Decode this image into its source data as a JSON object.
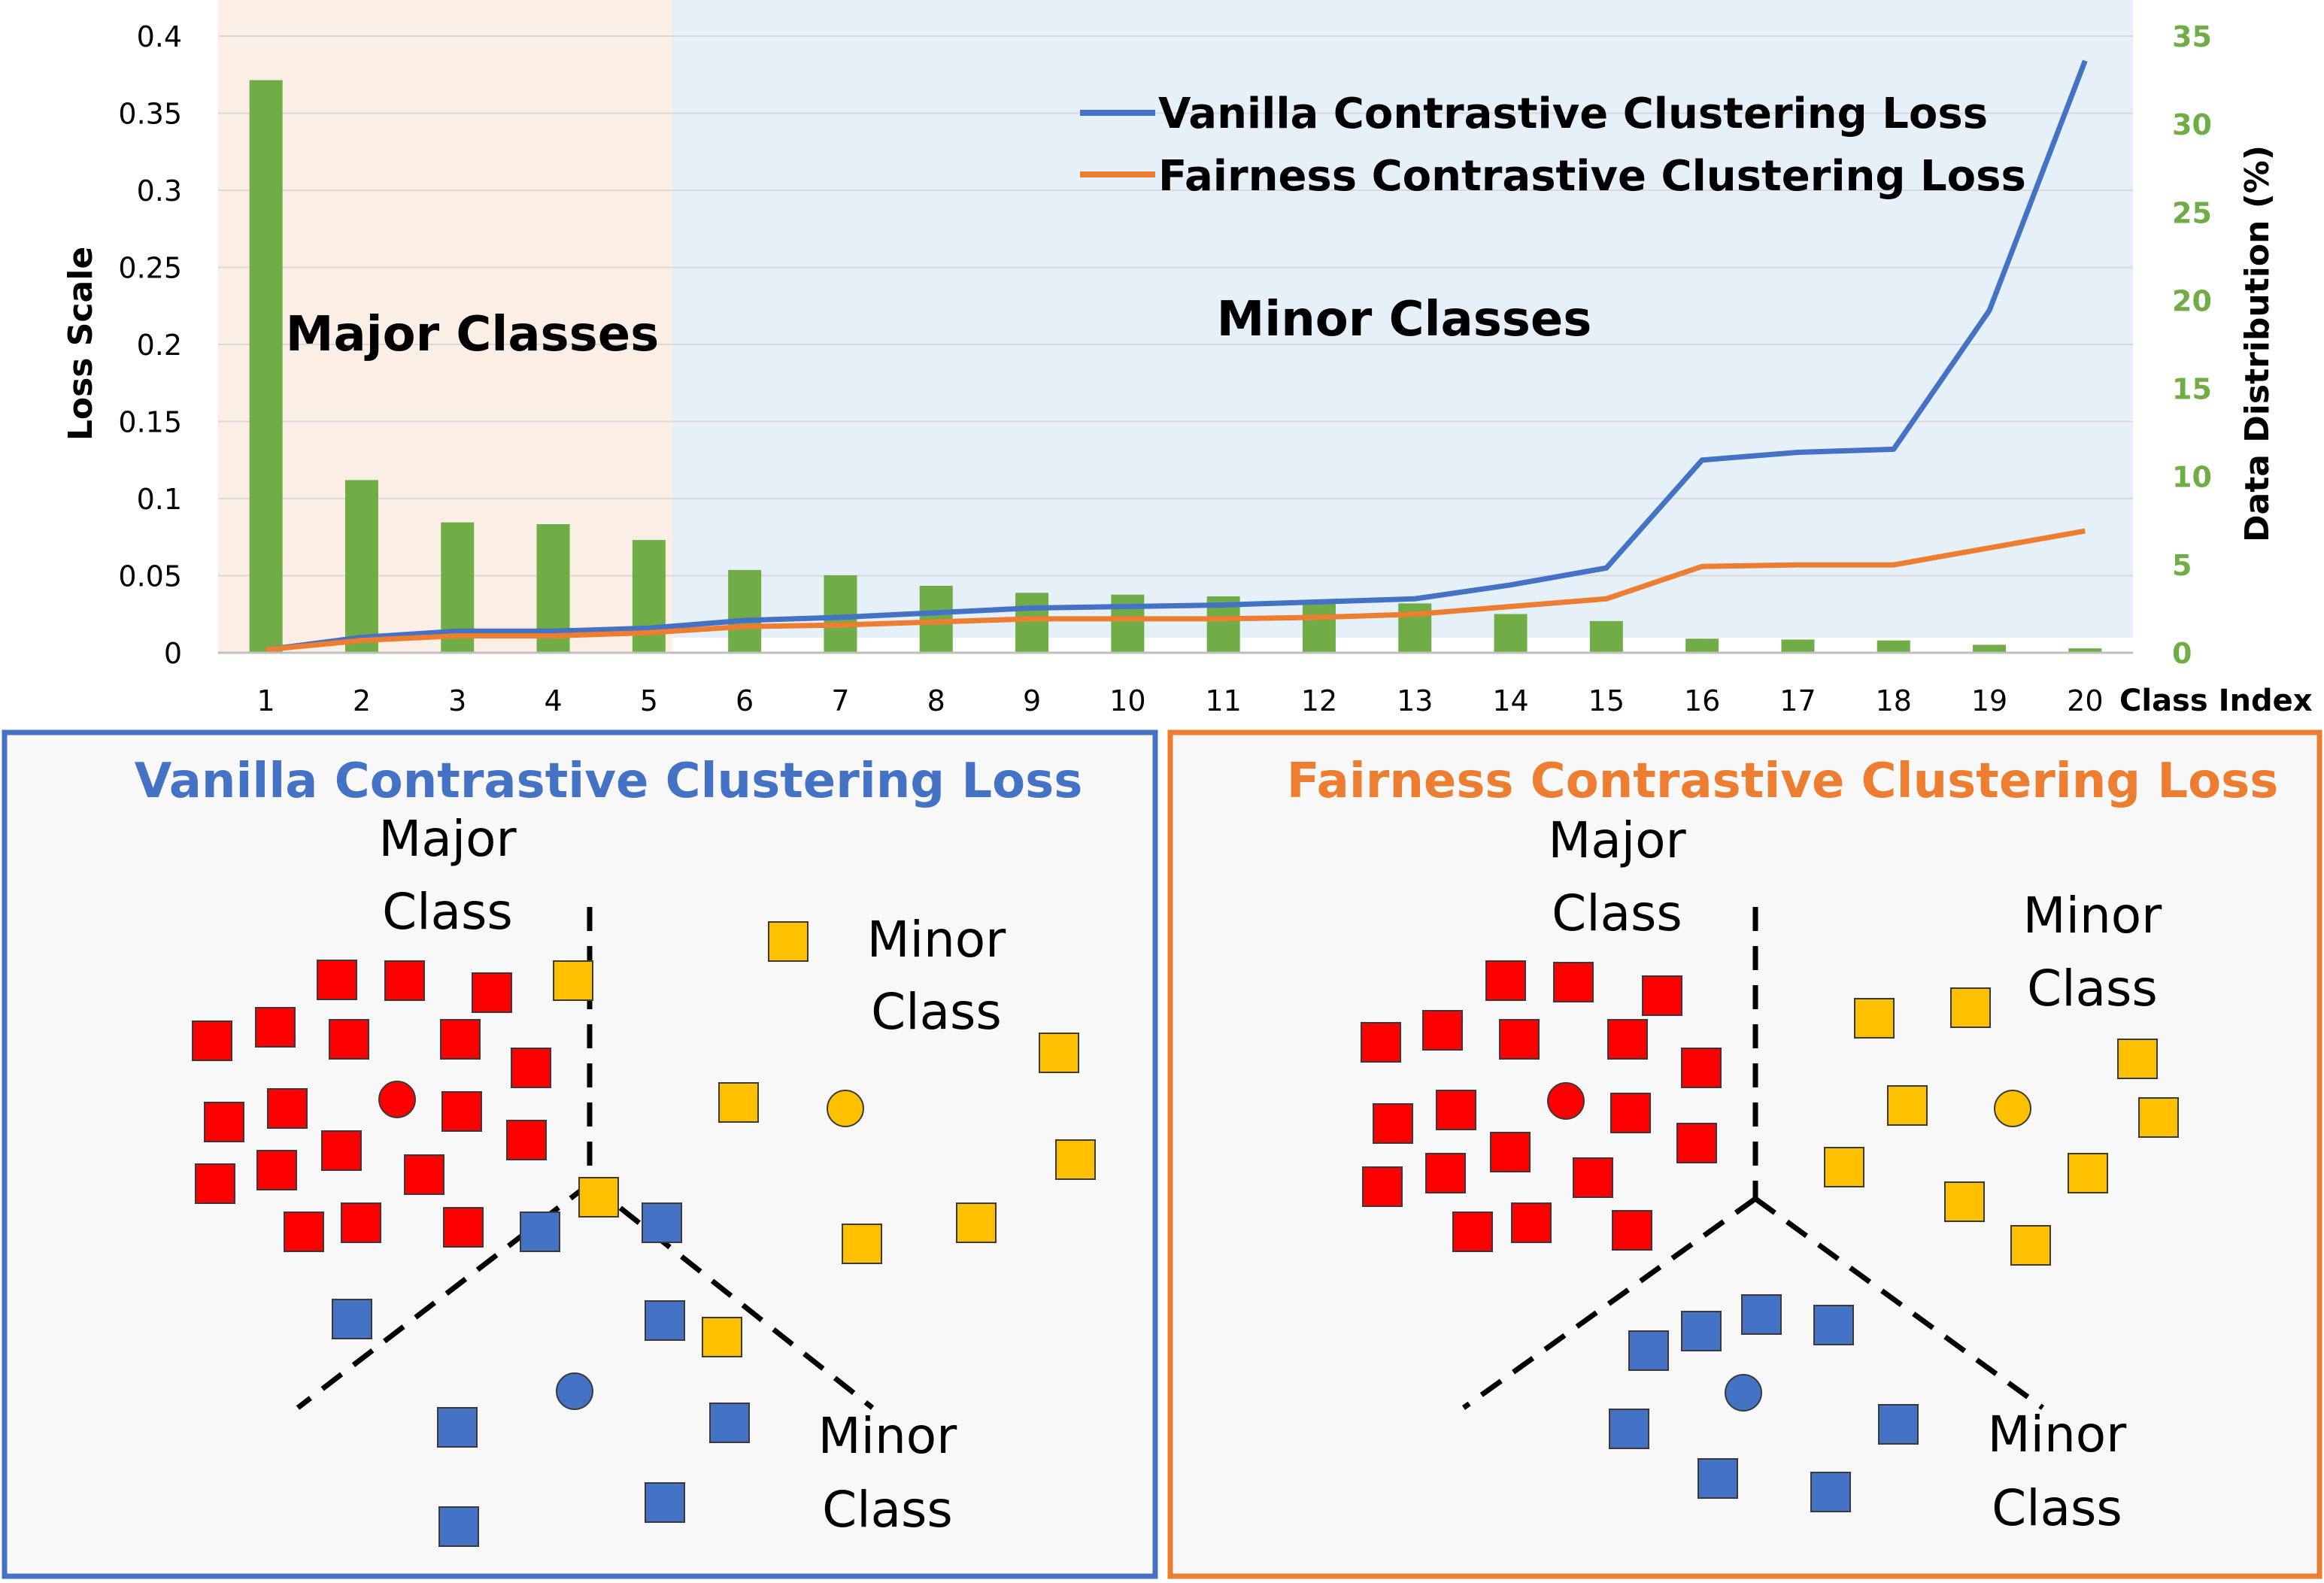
{
  "chart_data": {
    "type": "bar",
    "categories": [
      "1",
      "2",
      "3",
      "4",
      "5",
      "6",
      "7",
      "8",
      "9",
      "10",
      "11",
      "12",
      "13",
      "14",
      "15",
      "16",
      "17",
      "18",
      "19",
      "20"
    ],
    "xlabel": "Class Index",
    "ylabel": "Loss Scale",
    "y2label": "Data Distribution (%)",
    "ylim": [
      0,
      0.4
    ],
    "y_ticks": [
      "0",
      "0.05",
      "0.1",
      "0.15",
      "0.2",
      "0.25",
      "0.3",
      "0.35",
      "0.4"
    ],
    "y2lim": [
      0,
      35
    ],
    "y2_ticks": [
      "0",
      "5",
      "10",
      "15",
      "20",
      "25",
      "30",
      "35"
    ],
    "grid": true,
    "legend_position": "top-right",
    "regions": [
      {
        "label": "Major Classes",
        "from_class": 1,
        "to_class": 5,
        "color": "#fbeee4"
      },
      {
        "label": "Minor Classes",
        "from_class": 6,
        "to_class": 20,
        "color": "#e6f0f9"
      }
    ],
    "series": [
      {
        "name": "Data Distribution (%)",
        "kind": "bar",
        "axis": "right",
        "color": "#70ad47",
        "values": [
          32.5,
          9.8,
          7.4,
          7.3,
          6.4,
          4.7,
          4.4,
          3.8,
          3.4,
          3.3,
          3.2,
          3.0,
          2.8,
          2.2,
          1.8,
          0.8,
          0.75,
          0.7,
          0.45,
          0.25
        ]
      },
      {
        "name": "Vanilla Contrastive Clustering Loss",
        "kind": "line",
        "axis": "left",
        "color": "#4472c4",
        "values": [
          0.002,
          0.01,
          0.014,
          0.014,
          0.016,
          0.021,
          0.023,
          0.026,
          0.029,
          0.03,
          0.031,
          0.033,
          0.035,
          0.044,
          0.055,
          0.125,
          0.13,
          0.132,
          0.222,
          0.384
        ]
      },
      {
        "name": "Fairness Contrastive Clustering Loss",
        "kind": "line",
        "axis": "left",
        "color": "#ed7d31",
        "values": [
          0.002,
          0.008,
          0.011,
          0.011,
          0.013,
          0.017,
          0.018,
          0.02,
          0.022,
          0.022,
          0.022,
          0.023,
          0.025,
          0.03,
          0.035,
          0.056,
          0.057,
          0.057,
          0.068,
          0.079
        ]
      }
    ]
  },
  "panels": {
    "vanilla": {
      "title": "Vanilla Contrastive Clustering Loss",
      "title_color": "#4472c4",
      "major_label": [
        "Major",
        "Class"
      ],
      "minor_right_label": [
        "Minor",
        "Class"
      ],
      "minor_bottom_label": [
        "Minor",
        "Class"
      ]
    },
    "fairness": {
      "title": "Fairness Contrastive Clustering Loss",
      "title_color": "#ed7d31",
      "major_label": [
        "Major",
        "Class"
      ],
      "minor_right_label": [
        "Minor",
        "Class"
      ],
      "minor_bottom_label": [
        "Minor",
        "Class"
      ]
    }
  },
  "colors": {
    "major_class": "#ff0000",
    "minor_class_yellow": "#ffc000",
    "minor_class_blue": "#4472c4",
    "y2_tick_color": "#70ad47"
  }
}
